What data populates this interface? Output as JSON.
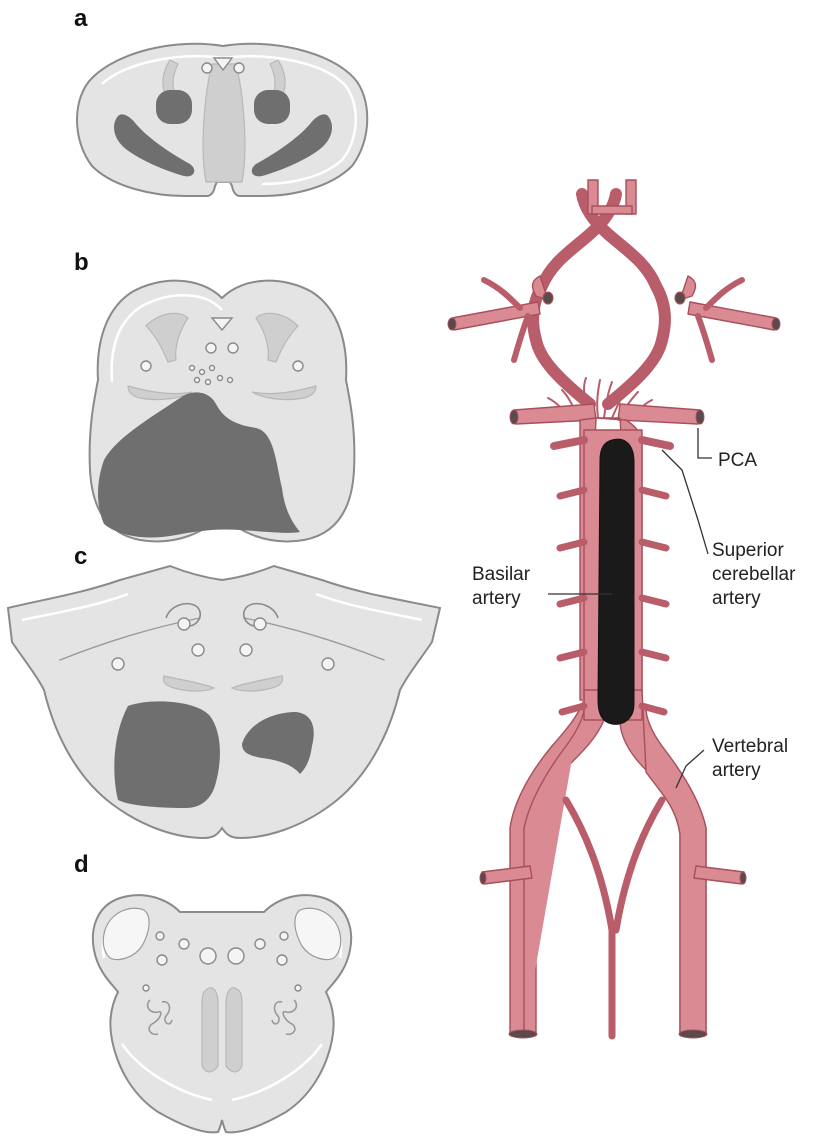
{
  "panels": {
    "a": "a",
    "b": "b",
    "c": "c",
    "d": "d"
  },
  "labels": {
    "pca": "PCA",
    "superior_cerebellar": [
      "Superior",
      "cerebellar",
      "artery"
    ],
    "basilar": [
      "Basilar",
      "artery"
    ],
    "vertebral": [
      "Vertebral",
      "artery"
    ]
  },
  "colors": {
    "tissue": "#e4e4e4",
    "lesion": "#6f6f6f",
    "artery": "#d98a92",
    "occlusion": "#1a1a1a"
  }
}
